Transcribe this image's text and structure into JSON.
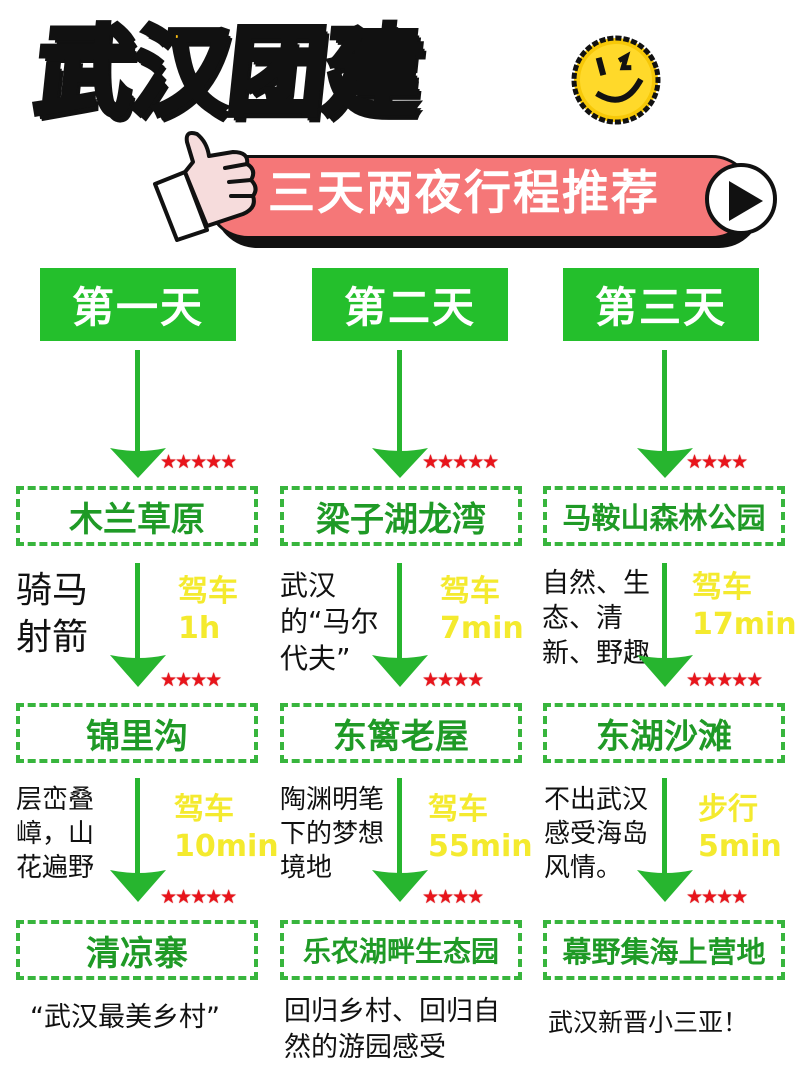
{
  "header": {
    "title": "武汉团建",
    "subtitle": "三天两夜行程推荐",
    "icons": {
      "smiley": "smiley-face-icon",
      "thumb": "thumbs-up-hand-icon",
      "play": "play-icon"
    }
  },
  "colors": {
    "title_yellow": "#fbbf13",
    "pill_pink": "#f57778",
    "day_green": "#24bf2c",
    "place_green": "#1f9a26",
    "travel_yellow": "#f4ea2e",
    "star_red": "#e8141b"
  },
  "days": [
    {
      "label": "第一天",
      "entry_rating": "★★★★★",
      "stops": [
        {
          "name": "木兰草原",
          "desc": "骑马射箭",
          "travel_mode": "驾车",
          "travel_time": "1h",
          "next_rating": "★★★★"
        },
        {
          "name": "锦里沟",
          "desc": "层峦叠嶂，山花遍野",
          "travel_mode": "驾车",
          "travel_time": "10min",
          "next_rating": "★★★★★"
        },
        {
          "name": "清凉寨",
          "note": "“武汉最美乡村”"
        }
      ]
    },
    {
      "label": "第二天",
      "entry_rating": "★★★★★",
      "stops": [
        {
          "name": "梁子湖龙湾",
          "desc": "武汉的“马尔代夫”",
          "travel_mode": "驾车",
          "travel_time": "7min",
          "next_rating": "★★★★"
        },
        {
          "name": "东篱老屋",
          "desc": "陶渊明笔下的梦想境地",
          "travel_mode": "驾车",
          "travel_time": "55min",
          "next_rating": "★★★★"
        },
        {
          "name": "乐农湖畔生态园",
          "note": "回归乡村、回归自然的游园感受"
        }
      ]
    },
    {
      "label": "第三天",
      "entry_rating": "★★★★",
      "stops": [
        {
          "name": "马鞍山森林公园",
          "desc": "自然、生态、清新、野趣",
          "travel_mode": "驾车",
          "travel_time": "17min",
          "next_rating": "★★★★★"
        },
        {
          "name": "东湖沙滩",
          "desc": "不出武汉感受海岛风情。",
          "travel_mode": "步行",
          "travel_time": "5min",
          "next_rating": "★★★★"
        },
        {
          "name": "幕野集海上营地",
          "note": "武汉新晋小三亚！"
        }
      ]
    }
  ]
}
